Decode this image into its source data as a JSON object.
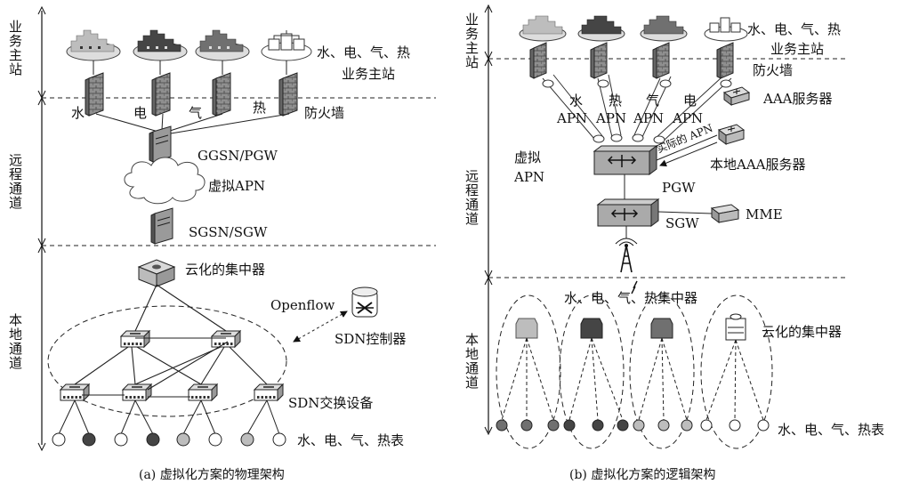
{
  "panel_a": {
    "caption": "(a) 虚拟化方案的物理架构",
    "zones": {
      "top": "业务主站",
      "middle": "远程通道",
      "bottom": "本地通道"
    },
    "masters": "水、电、气、热",
    "masters_line2": "业务主站",
    "firewall_labels": [
      "水",
      "电",
      "气",
      "热"
    ],
    "firewall": "防火墙",
    "ggsn": "GGSN/PGW",
    "virtual_apn": "虚拟APN",
    "sgsn": "SGSN/SGW",
    "cloud_concentrator": "云化的集中器",
    "openflow": "Openflow",
    "sdn_controller": "SDN控制器",
    "sdn_switch": "SDN交换设备",
    "meters": "水、电、气、热表"
  },
  "panel_b": {
    "caption": "(b) 虚拟化方案的逻辑架构",
    "zones": {
      "top": "业务主站",
      "middle": "远程通道",
      "bottom": "本地通道"
    },
    "masters": "水、电、气、热",
    "masters_line2": "业务主站",
    "firewall": "防火墙",
    "apn_chars": [
      "水",
      "热",
      "气",
      "电"
    ],
    "apn": "APN",
    "aaa": "AAA服务器",
    "actual_apn": "实际的 APN",
    "local_aaa": "本地AAA服务器",
    "virtual": "虚拟",
    "virtual_apn2": "APN",
    "pgw": "PGW",
    "sgw": "SGW",
    "mme": "MME",
    "concentrators": "水、电、气、热集中器",
    "cloud_concentrator": "云化的集中器",
    "meters": "水、电、气、热表"
  },
  "colors": {
    "water": "#bdbdbd",
    "electric": "#454545",
    "gas": "#707070",
    "heat": "#ffffff",
    "firewall": "#8a8a8a",
    "router": "#b0b0b0"
  }
}
